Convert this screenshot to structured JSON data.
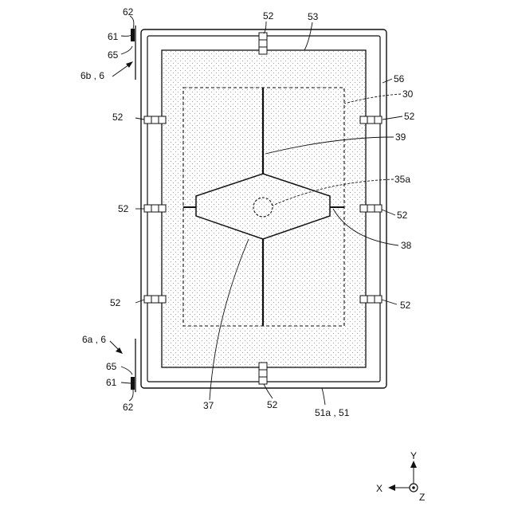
{
  "labels": {
    "l52_top": "52",
    "l53": "53",
    "l62_top": "62",
    "l61_top": "61",
    "l65_top": "65",
    "l6b": "6b , 6",
    "l56": "56",
    "l30": "30",
    "l52_left1": "52",
    "l52_right1": "52",
    "l39": "39",
    "l35a": "35a",
    "l52_left2": "52",
    "l52_right2": "52",
    "l38": "38",
    "l52_left3": "52",
    "l52_right3": "52",
    "l6a": "6a , 6",
    "l65_bot": "65",
    "l61_bot": "61",
    "l62_bot": "62",
    "l37": "37",
    "l52_bot": "52",
    "l51": "51a , 51"
  },
  "axes": {
    "y": "Y",
    "x": "X",
    "z": "Z"
  }
}
